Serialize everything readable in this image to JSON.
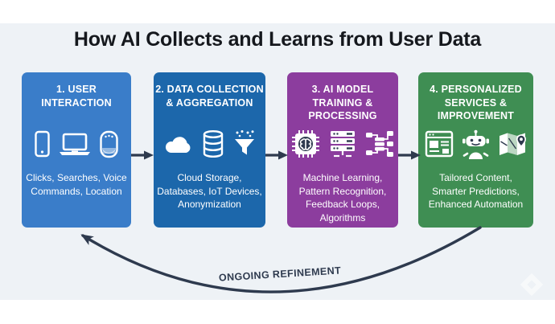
{
  "title": "How AI Collects and Learns from User Data",
  "loop_label": "ONGOING REFINEMENT",
  "colors": {
    "background_band": "#eef2f6",
    "title_text": "#15181d",
    "arrow": "#2e3a4e",
    "step1": "#3a7dc9",
    "step2": "#1c67ab",
    "step3": "#8c3d9e",
    "step4": "#3f8e53"
  },
  "steps": [
    {
      "heading": "1. USER INTERACTION",
      "body": "Clicks, Searches, Voice Commands, Location",
      "color": "#3a7dc9",
      "icons": [
        "smartphone-icon",
        "laptop-icon",
        "smart-speaker-icon"
      ]
    },
    {
      "heading": "2. DATA COLLECTION & AGGREGATION",
      "body": "Cloud Storage, Databases, IoT Devices, Anonymization",
      "color": "#1c67ab",
      "icons": [
        "cloud-icon",
        "database-icon",
        "funnel-icon"
      ]
    },
    {
      "heading": "3. AI MODEL TRAINING & PROCESSING",
      "body": "Machine Learning, Pattern Recognition, Feedback Loops, Algorithms",
      "color": "#8c3d9e",
      "icons": [
        "ai-chip-icon",
        "server-icon",
        "network-icon"
      ]
    },
    {
      "heading": "4. PERSONALIZED SERVICES & IMPROVEMENT",
      "body": "Tailored Content, Smarter Predictions, Enhanced Automation",
      "color": "#3f8e53",
      "icons": [
        "browser-icon",
        "robot-icon",
        "map-icon"
      ]
    }
  ]
}
